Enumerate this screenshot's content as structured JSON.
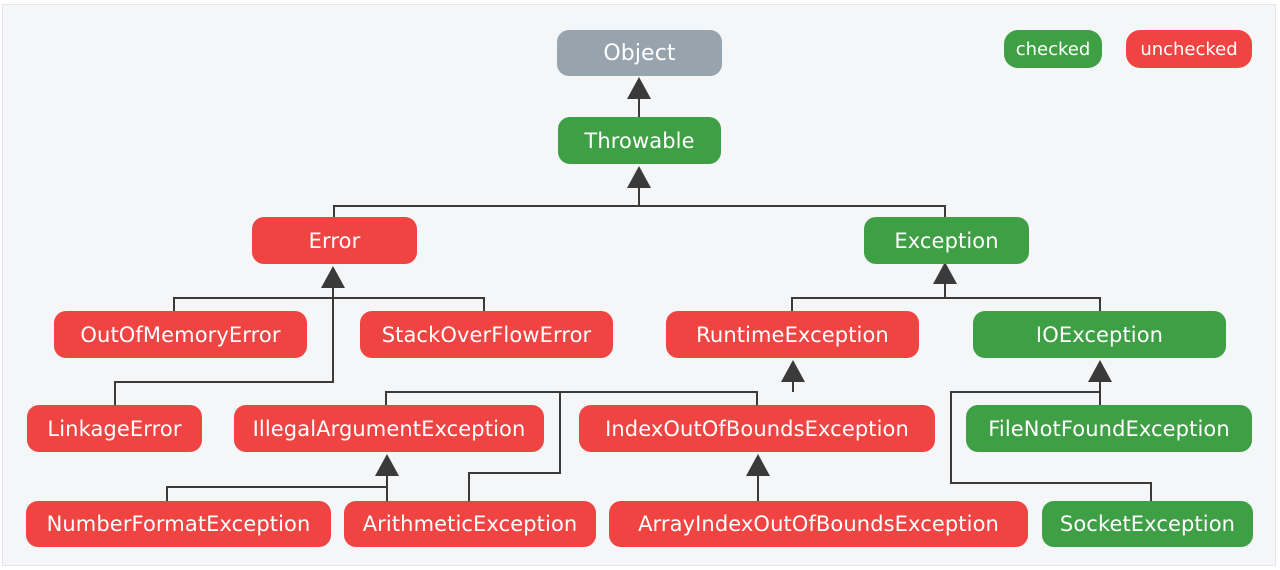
{
  "legend": {
    "checked": {
      "label": "checked",
      "color": "#3f9f45"
    },
    "unchecked": {
      "label": "unchecked",
      "color": "#f04443"
    }
  },
  "colors": {
    "root": "#97a4ae",
    "checked": "#3f9f45",
    "unchecked": "#f04443",
    "connector": "#3a3a3a"
  },
  "nodes": {
    "object": {
      "label": "Object",
      "kind": "root"
    },
    "throwable": {
      "label": "Throwable",
      "kind": "checked"
    },
    "error": {
      "label": "Error",
      "kind": "unchecked"
    },
    "exception": {
      "label": "Exception",
      "kind": "checked"
    },
    "out_of_memory_error": {
      "label": "OutOfMemoryError",
      "kind": "unchecked"
    },
    "stack_over_flow_error": {
      "label": "StackOverFlowError",
      "kind": "unchecked"
    },
    "runtime_exception": {
      "label": "RuntimeException",
      "kind": "unchecked"
    },
    "io_exception": {
      "label": "IOException",
      "kind": "checked"
    },
    "linkage_error": {
      "label": "LinkageError",
      "kind": "unchecked"
    },
    "illegal_argument_exception": {
      "label": "IllegalArgumentException",
      "kind": "unchecked"
    },
    "index_out_of_bounds_exception": {
      "label": "IndexOutOfBoundsException",
      "kind": "unchecked"
    },
    "file_not_found_exception": {
      "label": "FileNotFoundException",
      "kind": "checked"
    },
    "number_format_exception": {
      "label": "NumberFormatException",
      "kind": "unchecked"
    },
    "arithmetic_exception": {
      "label": "ArithmeticException",
      "kind": "unchecked"
    },
    "array_index_out_of_bounds_exception": {
      "label": "ArrayIndexOutOfBoundsException",
      "kind": "unchecked"
    },
    "socket_exception": {
      "label": "SocketException",
      "kind": "checked"
    }
  },
  "edges": [
    {
      "from": "throwable",
      "to": "object"
    },
    {
      "from": "error",
      "to": "throwable"
    },
    {
      "from": "exception",
      "to": "throwable"
    },
    {
      "from": "out_of_memory_error",
      "to": "error"
    },
    {
      "from": "stack_over_flow_error",
      "to": "error"
    },
    {
      "from": "linkage_error",
      "to": "error"
    },
    {
      "from": "runtime_exception",
      "to": "exception"
    },
    {
      "from": "io_exception",
      "to": "exception"
    },
    {
      "from": "illegal_argument_exception",
      "to": "runtime_exception"
    },
    {
      "from": "index_out_of_bounds_exception",
      "to": "runtime_exception"
    },
    {
      "from": "arithmetic_exception",
      "to": "runtime_exception"
    },
    {
      "from": "number_format_exception",
      "to": "illegal_argument_exception"
    },
    {
      "from": "array_index_out_of_bounds_exception",
      "to": "index_out_of_bounds_exception"
    },
    {
      "from": "file_not_found_exception",
      "to": "io_exception"
    },
    {
      "from": "socket_exception",
      "to": "io_exception"
    }
  ]
}
